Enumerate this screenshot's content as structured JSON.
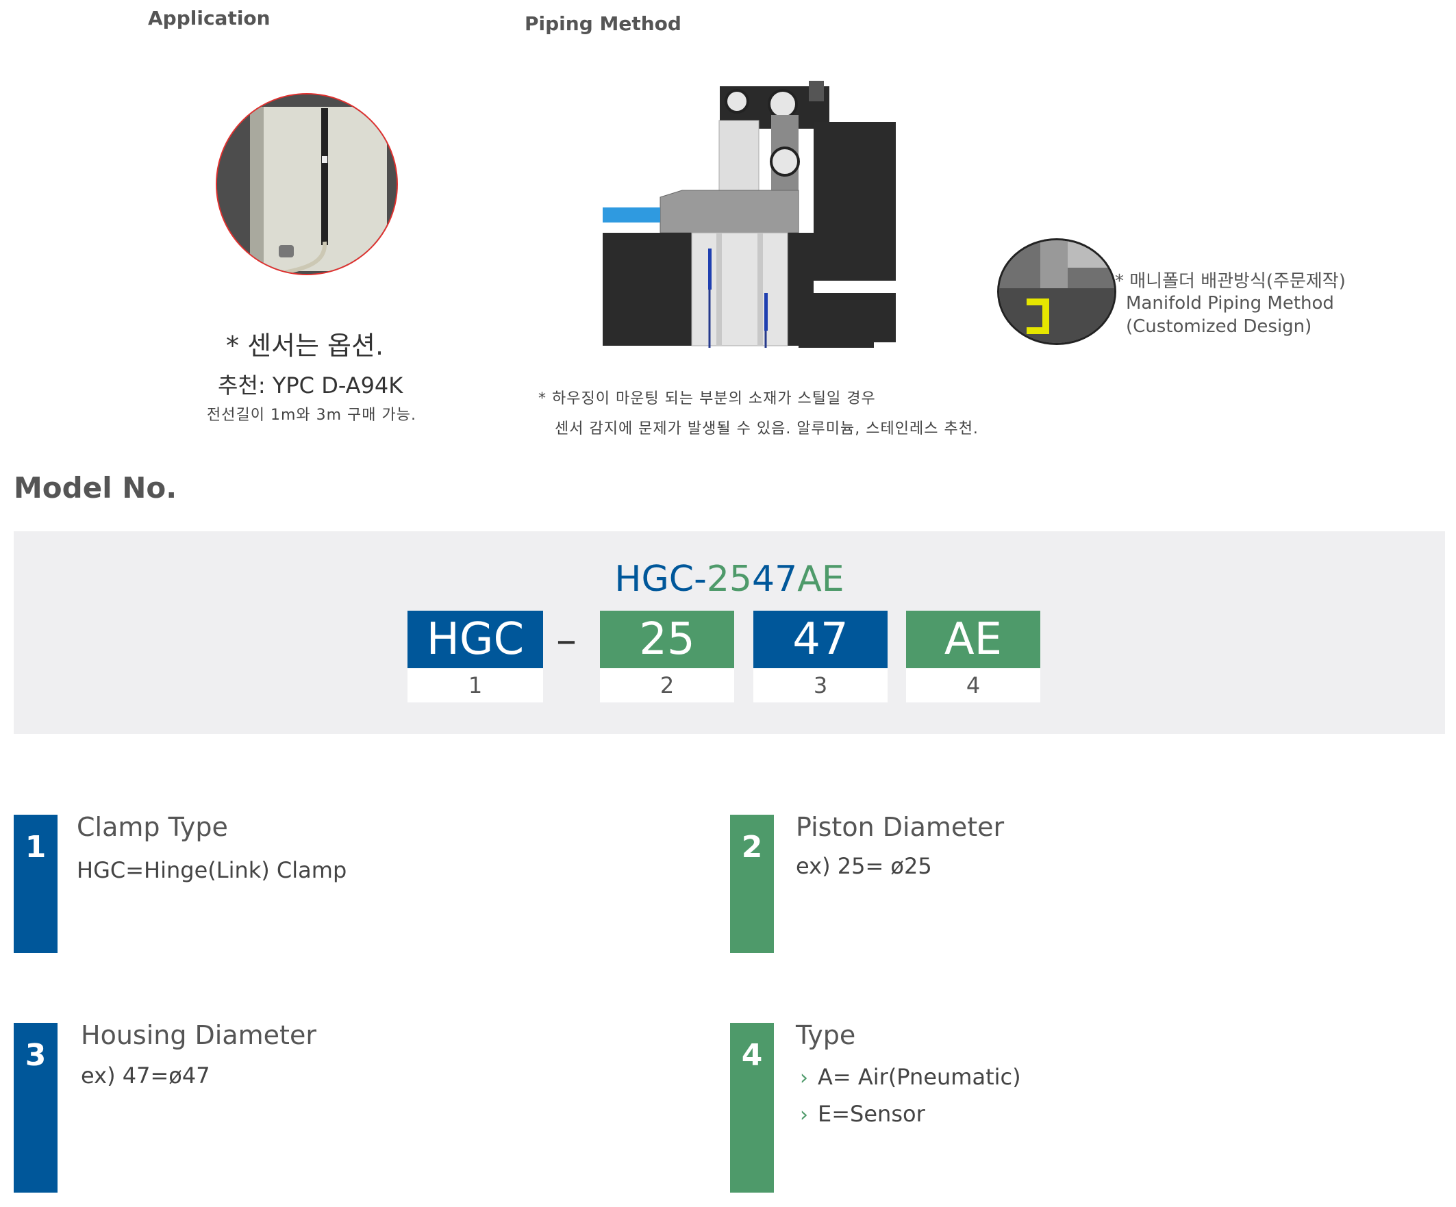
{
  "application": {
    "title": "Application",
    "note_main": "* 센서는 옵션.",
    "note_recommend": "추천: YPC D-A94K",
    "note_wire": "전선길이 1m와 3m 구매 가능."
  },
  "piping": {
    "title": "Piping Method",
    "note_line1": "* 하우징이 마운팅 되는 부분의 소재가 스틸일 경우",
    "note_line2": "센서 감지에 문제가 발생될 수 있음. 알루미늄, 스테인레스 추천.",
    "manifold_kr": "* 매니폴더 배관방식(주문제작)",
    "manifold_en": "Manifold Piping Method",
    "manifold_note": "(Customized Design)"
  },
  "model": {
    "heading": "Model No.",
    "full_code_parts": [
      {
        "text": "HGC-",
        "color": "#00579a"
      },
      {
        "text": "25",
        "color": "#4e9a6a"
      },
      {
        "text": "47",
        "color": "#00579a"
      },
      {
        "text": "AE",
        "color": "#4e9a6a"
      }
    ],
    "dash": "–",
    "boxes": [
      {
        "code": "HGC",
        "num": "1"
      },
      {
        "code": "25",
        "num": "2"
      },
      {
        "code": "47",
        "num": "3"
      },
      {
        "code": "AE",
        "num": "4"
      }
    ]
  },
  "items": [
    {
      "num": "1",
      "title": "Clamp Type",
      "desc": "HGC=Hinge(Link) Clamp"
    },
    {
      "num": "2",
      "title": "Piston Diameter",
      "desc": "ex) 25= ø25"
    },
    {
      "num": "3",
      "title": "Housing Diameter",
      "desc": "ex) 47=ø47"
    },
    {
      "num": "4",
      "title": "Type",
      "bullets": [
        "A= Air(Pneumatic)",
        "E=Sensor"
      ]
    }
  ],
  "colors": {
    "blue": "#00579a",
    "green": "#4e9a6a"
  }
}
